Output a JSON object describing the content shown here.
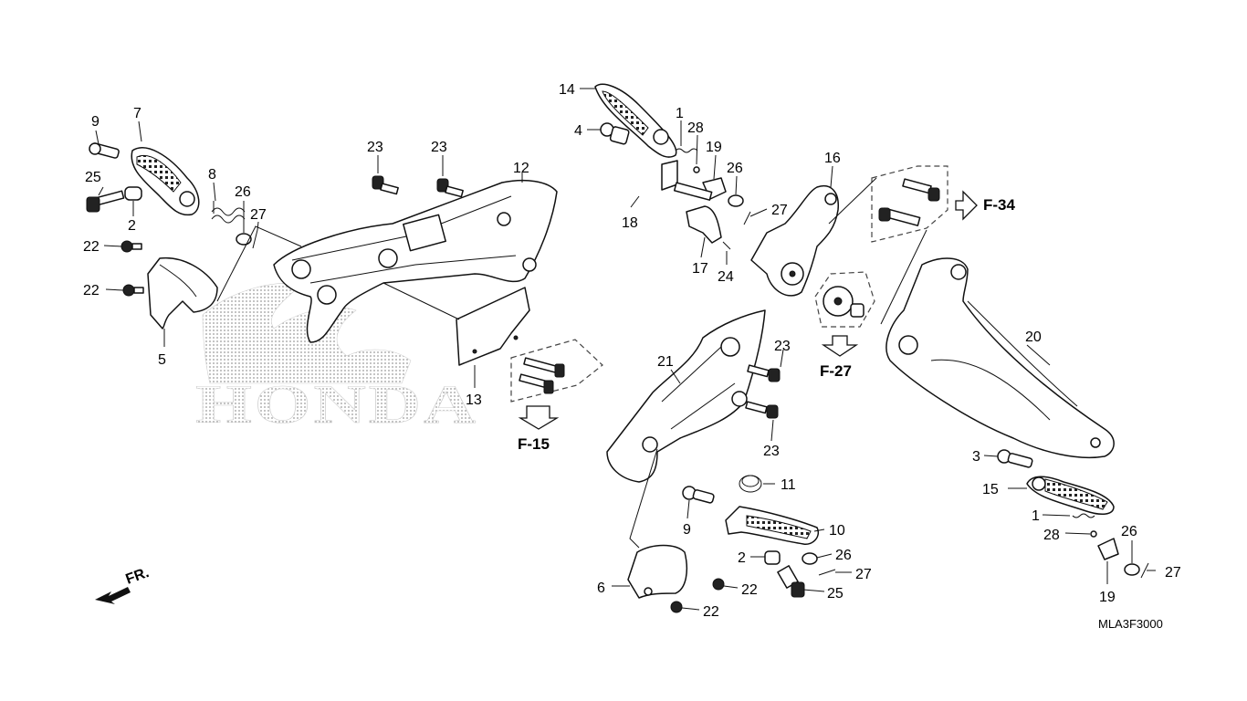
{
  "watermark": {
    "text": "HONDA"
  },
  "diagram_code": "MLA3F3000",
  "front_indicator": {
    "label": "FR."
  },
  "cross_references": [
    {
      "id": "f15",
      "label": "F-15"
    },
    {
      "id": "f27",
      "label": "F-27"
    },
    {
      "id": "f34",
      "label": "F-34"
    }
  ],
  "callouts": [
    {
      "id": "c9a",
      "text": "9"
    },
    {
      "id": "c7",
      "text": "7"
    },
    {
      "id": "c25a",
      "text": "25"
    },
    {
      "id": "c2a",
      "text": "2"
    },
    {
      "id": "c8",
      "text": "8"
    },
    {
      "id": "c26a",
      "text": "26"
    },
    {
      "id": "c27a",
      "text": "27"
    },
    {
      "id": "c22a",
      "text": "22"
    },
    {
      "id": "c22b",
      "text": "22"
    },
    {
      "id": "c5",
      "text": "5"
    },
    {
      "id": "c23a",
      "text": "23"
    },
    {
      "id": "c23b",
      "text": "23"
    },
    {
      "id": "c12",
      "text": "12"
    },
    {
      "id": "c13",
      "text": "13"
    },
    {
      "id": "c14",
      "text": "14"
    },
    {
      "id": "c4",
      "text": "4"
    },
    {
      "id": "c1a",
      "text": "1"
    },
    {
      "id": "c28a",
      "text": "28"
    },
    {
      "id": "c19a",
      "text": "19"
    },
    {
      "id": "c26b",
      "text": "26"
    },
    {
      "id": "c27b",
      "text": "27"
    },
    {
      "id": "c18",
      "text": "18"
    },
    {
      "id": "c17",
      "text": "17"
    },
    {
      "id": "c24",
      "text": "24"
    },
    {
      "id": "c16",
      "text": "16"
    },
    {
      "id": "c21",
      "text": "21"
    },
    {
      "id": "c23c",
      "text": "23"
    },
    {
      "id": "c23d",
      "text": "23"
    },
    {
      "id": "c20",
      "text": "20"
    },
    {
      "id": "c3",
      "text": "3"
    },
    {
      "id": "c15",
      "text": "15"
    },
    {
      "id": "c1b",
      "text": "1"
    },
    {
      "id": "c28b",
      "text": "28"
    },
    {
      "id": "c26c",
      "text": "26"
    },
    {
      "id": "c27c",
      "text": "27"
    },
    {
      "id": "c19b",
      "text": "19"
    },
    {
      "id": "c11",
      "text": "11"
    },
    {
      "id": "c9b",
      "text": "9"
    },
    {
      "id": "c10",
      "text": "10"
    },
    {
      "id": "c2b",
      "text": "2"
    },
    {
      "id": "c26d",
      "text": "26"
    },
    {
      "id": "c27d",
      "text": "27"
    },
    {
      "id": "c25b",
      "text": "25"
    },
    {
      "id": "c6",
      "text": "6"
    },
    {
      "id": "c22c",
      "text": "22"
    },
    {
      "id": "c22d",
      "text": "22"
    }
  ]
}
